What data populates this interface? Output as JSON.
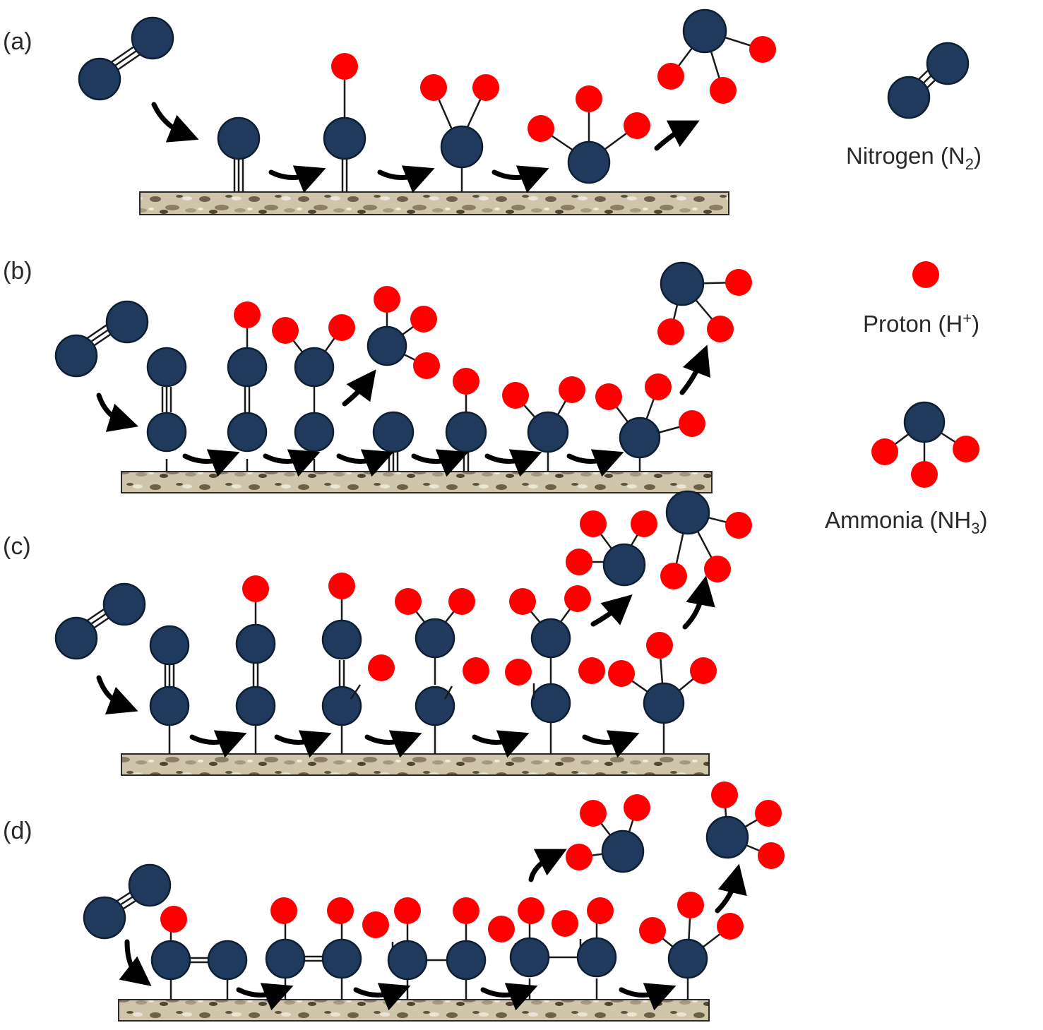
{
  "panels": [
    {
      "id": "a",
      "label": "(a)"
    },
    {
      "id": "b",
      "label": "(b)"
    },
    {
      "id": "c",
      "label": "(c)"
    },
    {
      "id": "d",
      "label": "(d)"
    }
  ],
  "legend": [
    {
      "id": "nitrogen",
      "text": "Nitrogen (N",
      "sub": "2",
      "tail": ")"
    },
    {
      "id": "proton",
      "text": "Proton (H",
      "sup": "+",
      "tail": ")"
    },
    {
      "id": "ammonia",
      "text": "Ammonia (NH",
      "sub": "3",
      "tail": ")"
    }
  ],
  "colors": {
    "nitrogen": "#1f3a5c",
    "proton": "#ff0000",
    "surface": "#c8bda0",
    "arrow": "#000000"
  }
}
